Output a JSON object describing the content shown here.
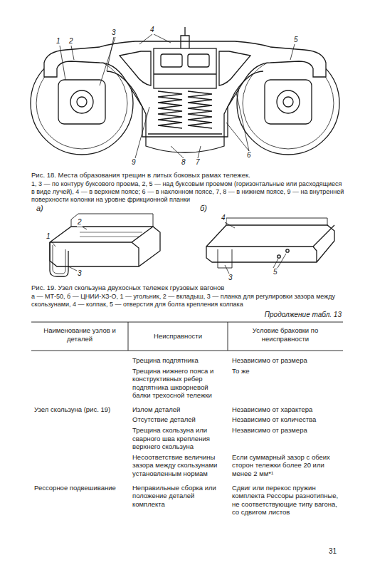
{
  "diagram": {
    "labels": [
      "1",
      "2",
      "3",
      "4",
      "5",
      "9",
      "8",
      "7",
      "6",
      "Рис. 18. Места образования трещин в литых боковых рамах тележек.",
      "1, 3 — по контуру буксового проема, 2, 5 — над буксовым проемом (горизонтальные или расходящиеся в виде лучей), 4 — в верхнем поясе; 6 — в наклонном поясе, 7, 8 — в нижнем поясе, 9 — на внутренней поверхности колонки на уровне фрикционной планки",
      "а)",
      "1",
      "2",
      "3",
      "б)",
      "4",
      "3",
      "5",
      "Рис. 19. Узел скользуна двухосных тележек грузовых вагонов",
      "а — МТ-50, б — ЦНИИ-ХЗ-О, 1 — угольник, 2 — вкладыш, 3 — планка для регулировки зазора между скользунами, 4 — колпак, 5 — отверстия для болта крепления колпака",
      "Продолжение табл. 13",
      "Наименование узлов и деталей",
      "Неисправности",
      "Условие браковки по неисправности",
      "Трещина подпятника",
      "Независимо от размера",
      "Трещина нижнего пояса и конструктивных ребер подпятника шкворневой балки трехосной тележки",
      "То же",
      "Узел скользуна (рис. 19)",
      "Излом деталей",
      "Независимо от характера",
      "Отсутствие деталей",
      "Независимо от количества",
      "Трещина скользуна или сварного шва крепления верхнего скользуна",
      "Независимо от размера",
      "Несоответствие величины зазора между скользунами установленным нормам",
      "Если суммарный зазор с обеих сторон тележки более 20 или менее 2 мм*¹",
      "Рессорное подвешивание",
      "Неправильные сборка или положение деталей комплекта",
      "Сдвиг или перекос пружин комплекта Рессоры разнотипные, не соответствующие типу вагона, со сдвигом листов",
      "31"
    ]
  }
}
